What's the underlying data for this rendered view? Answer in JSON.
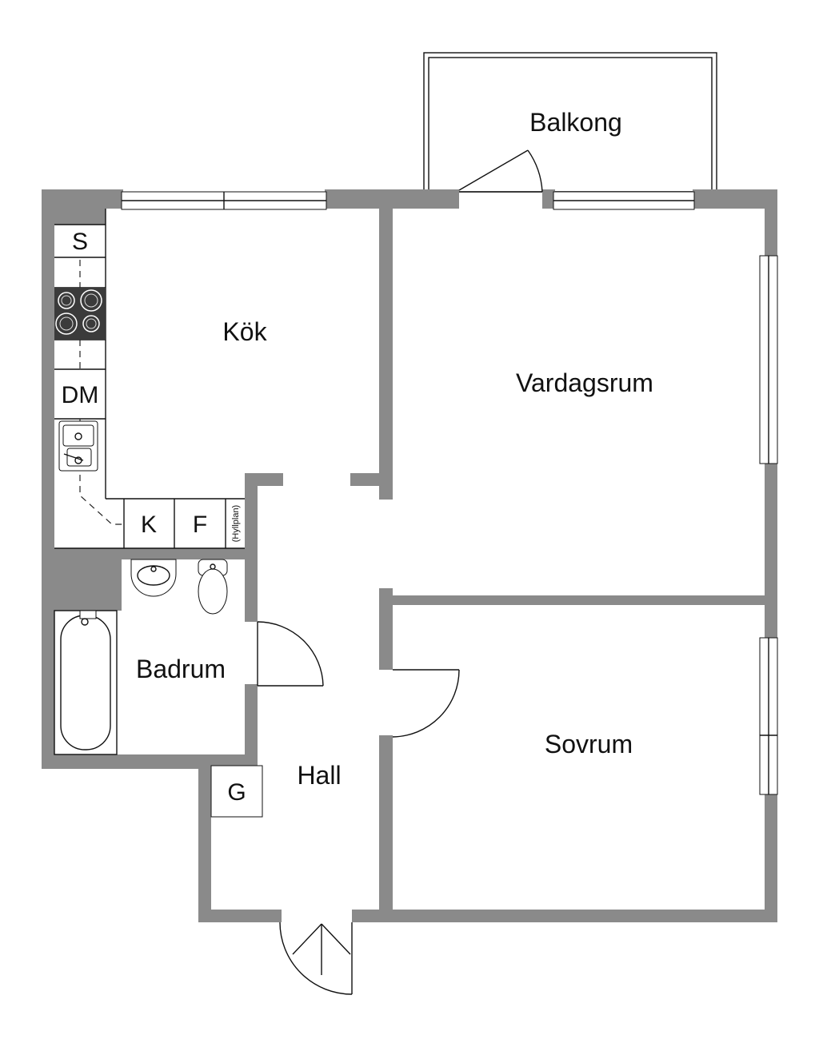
{
  "rooms": {
    "balcony": "Balkong",
    "kitchen": "Kök",
    "living_room": "Vardagsrum",
    "bathroom": "Badrum",
    "hall": "Hall",
    "bedroom": "Sovrum"
  },
  "fixtures": {
    "stove_cabinet": "S",
    "dishwasher": "DM",
    "fridge": "K",
    "freezer": "F",
    "shelf": "(Hyllplan)",
    "wardrobe": "G"
  },
  "colors": {
    "wall": "#8a8a8a",
    "line": "#111111",
    "stove": "#3b3b3b",
    "background": "#ffffff"
  }
}
